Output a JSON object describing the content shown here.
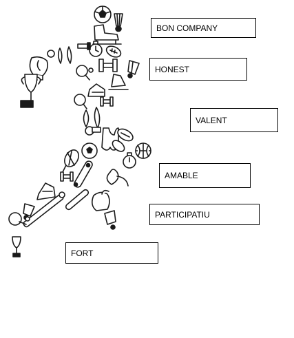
{
  "labels": [
    {
      "text": "BON COMPANY"
    },
    {
      "text": "HONEST"
    },
    {
      "text": "VALENT"
    },
    {
      "text": "AMABLE"
    },
    {
      "text": "PARTICIPATIU"
    },
    {
      "text": "FORT"
    }
  ],
  "figure": {
    "icons": [
      "soccer-ball-icon",
      "shuttlecock-icon",
      "ice-skate-icon",
      "stopwatch-icon",
      "rugby-ball-icon",
      "boxing-glove-icon",
      "trophy-icon",
      "bowling-pin-icon",
      "ping-pong-paddle-icon",
      "dumbbell-icon",
      "tennis-racket-icon",
      "basketball-icon",
      "skateboard-icon",
      "sneaker-icon",
      "whistle-icon",
      "swimsuit-icon",
      "hockey-stick-icon"
    ]
  }
}
